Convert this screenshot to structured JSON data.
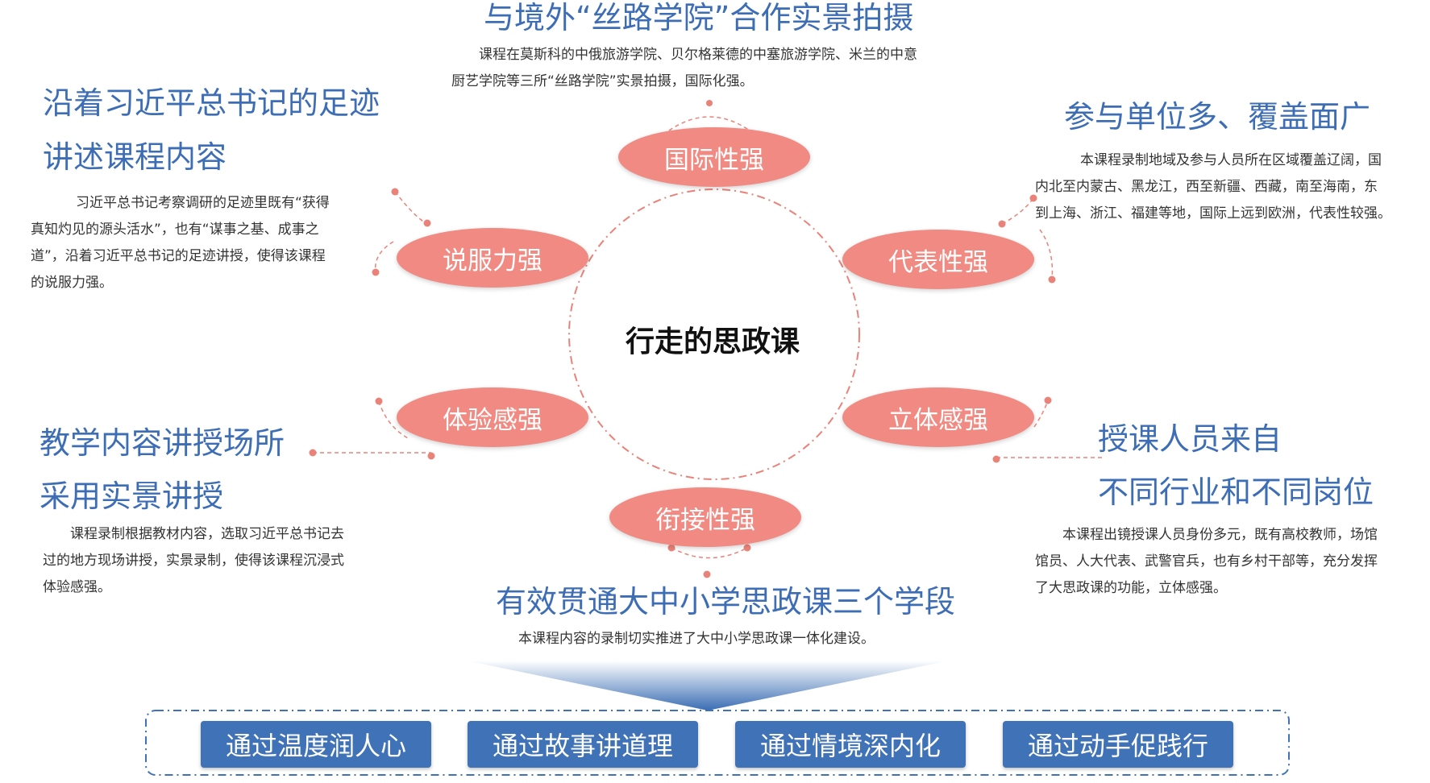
{
  "center": {
    "title": "行走的思政课"
  },
  "nodes": {
    "international": "国际性强",
    "representative": "代表性强",
    "persuasive": "说服力强",
    "experiential": "体验感强",
    "stereoscopic": "立体感强",
    "connective": "衔接性强"
  },
  "blocks": {
    "top": {
      "heading": "与境外“丝路学院”合作实景拍摄",
      "text_lines": [
        "课程在莫斯科的中俄旅游学院、贝尔格莱德的中塞旅游学院、米兰的中意",
        "厨艺学院等三所“丝路学院”实景拍摄，国际化强。"
      ]
    },
    "top_left": {
      "heading_lines": [
        "沿着习近平总书记的足迹",
        "讲述课程内容"
      ],
      "text_lines": [
        "习近平总书记考察调研的足迹里既有“获得",
        "真知灼见的源头活水”，也有“谋事之基、成事之",
        "道”，沿着习近平总书记的足迹讲授，使得该课程",
        "的说服力强。"
      ]
    },
    "top_right": {
      "heading": "参与单位多、覆盖面广",
      "text_lines": [
        "本课程录制地域及参与人员所在区域覆盖辽阔，国",
        "内北至内蒙古、黑龙江，西至新疆、西藏，南至海南，东",
        "到上海、浙江、福建等地，国际上远到欧洲，代表性较强。"
      ]
    },
    "bottom_left": {
      "heading_lines": [
        "教学内容讲授场所",
        "采用实景讲授"
      ],
      "text_lines": [
        "课程录制根据教材内容，选取习近平总书记去",
        "过的地方现场讲授，实景录制，使得该课程沉浸式",
        "体验感强。"
      ]
    },
    "bottom_right": {
      "heading_lines": [
        "授课人员来自",
        "不同行业和不同岗位"
      ],
      "text_lines": [
        "本课程出镜授课人员身份多元，既有高校教师，场馆",
        "馆员、人大代表、武警官兵，也有乡村干部等，充分发挥",
        "了大思政课的功能，立体感强。"
      ]
    },
    "bottom_center": {
      "heading": "有效贯通大中小学思政课三个学段",
      "text": "本课程内容的录制切实推进了大中小学思政课一体化建设。"
    }
  },
  "methods": [
    "通过温度润人心",
    "通过故事讲道理",
    "通过情境深内化",
    "通过动手促践行"
  ],
  "colors": {
    "accent": "#f08a82",
    "blue": "#3d6db5",
    "button": "#3f72b6",
    "dash": "#e9837a"
  }
}
